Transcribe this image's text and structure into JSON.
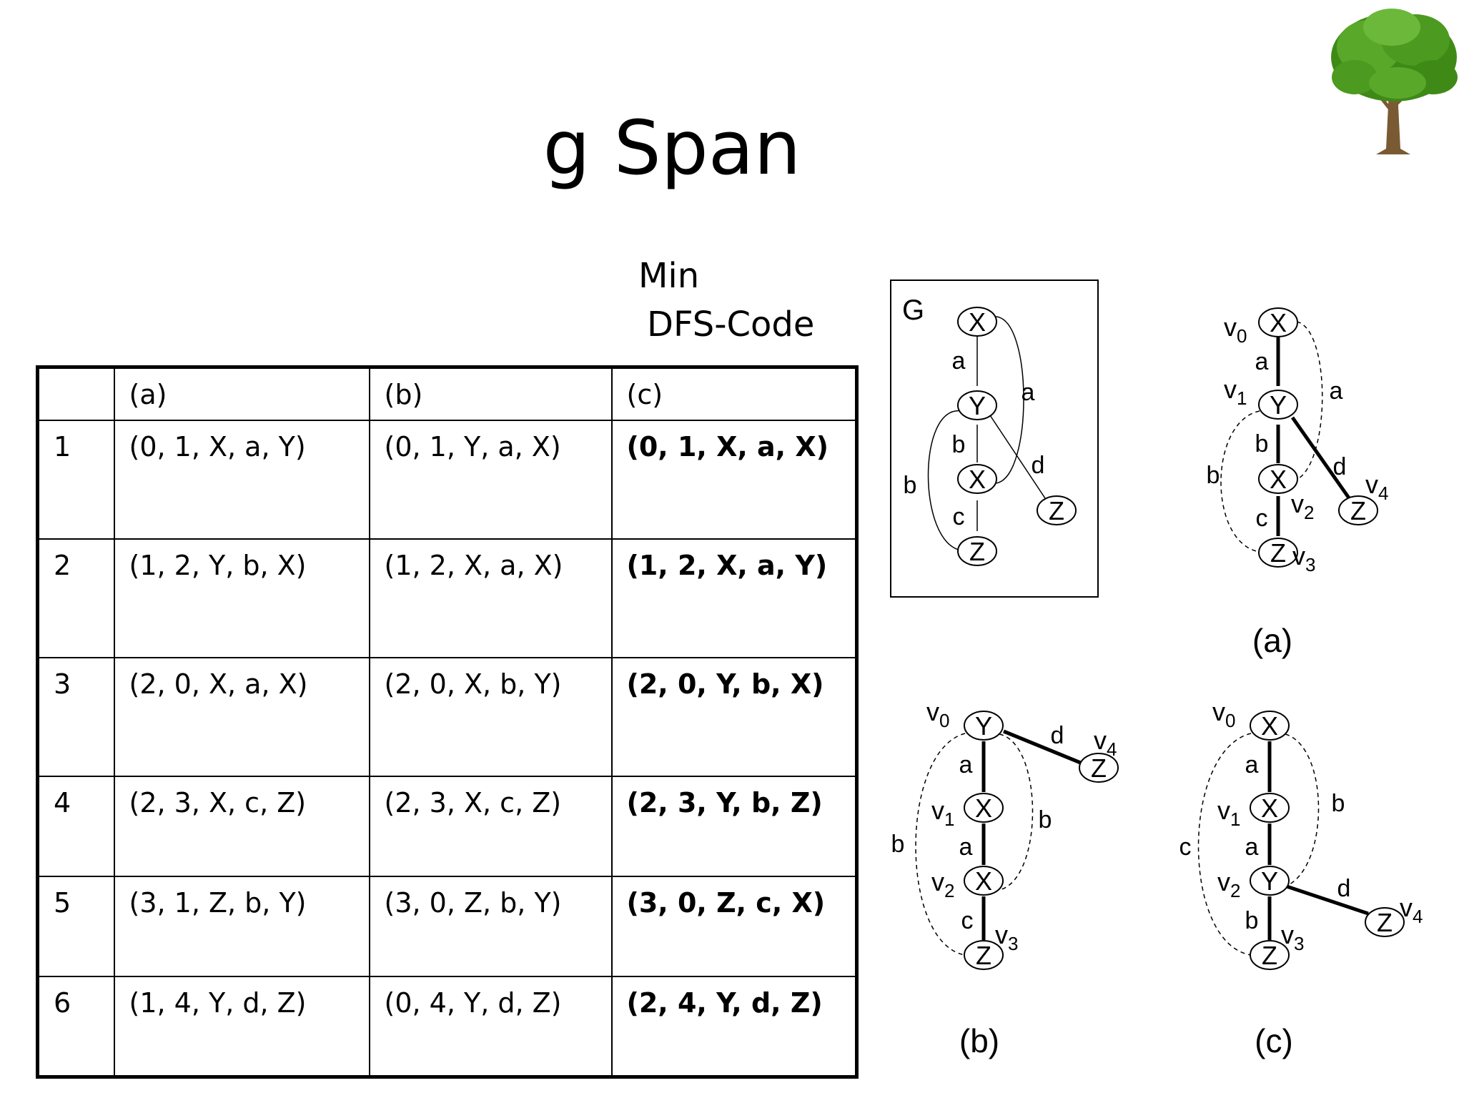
{
  "title": "g Span",
  "min_label": "Min",
  "dfs_label": "DFS-Code",
  "table": {
    "headers": [
      "",
      "(a)",
      "(b)",
      "(c)"
    ],
    "rows": [
      {
        "idx": "1",
        "a": "(0, 1, X, a, Y)",
        "b": "(0, 1, Y, a, X)",
        "c": "(0, 1, X, a, X)"
      },
      {
        "idx": "2",
        "a": "(1, 2, Y, b, X)",
        "b": "(1, 2, X, a, X)",
        "c": "(1, 2, X, a, Y)"
      },
      {
        "idx": "3",
        "a": "(2, 0, X, a, X)",
        "b": "(2, 0, X, b, Y)",
        "c": "(2, 0, Y, b, X)"
      },
      {
        "idx": "4",
        "a": "(2, 3, X, c, Z)",
        "b": "(2, 3, X, c, Z)",
        "c": "(2, 3, Y, b, Z)"
      },
      {
        "idx": "5",
        "a": "(3, 1, Z, b, Y)",
        "b": "(3, 0, Z, b, Y)",
        "c": "(3, 0, Z, c, X)"
      },
      {
        "idx": "6",
        "a": "(1, 4, Y, d, Z)",
        "b": "(0, 4, Y, d, Z)",
        "c": "(2, 4, Y, d, Z)"
      }
    ]
  },
  "graph_g": {
    "label": "G",
    "nodes": [
      "X",
      "Y",
      "X",
      "Z",
      "Z"
    ],
    "edge_labels": [
      "a",
      "a",
      "b",
      "d",
      "b",
      "c"
    ]
  },
  "graph_a": {
    "caption": "(a)",
    "nodes": [
      "X",
      "Y",
      "X",
      "Z",
      "Z"
    ],
    "vertex_labels": [
      "v0",
      "v1",
      "v2",
      "v3",
      "v4"
    ],
    "edge_labels": [
      "a",
      "a",
      "b",
      "d",
      "b",
      "c"
    ]
  },
  "graph_b": {
    "caption": "(b)",
    "nodes": [
      "Y",
      "X",
      "X",
      "Z",
      "Z"
    ],
    "vertex_labels": [
      "v0",
      "v1",
      "v2",
      "v3",
      "v4"
    ],
    "edge_labels": [
      "a",
      "d",
      "b",
      "a",
      "b",
      "c"
    ]
  },
  "graph_c": {
    "caption": "(c)",
    "nodes": [
      "X",
      "X",
      "Y",
      "Z",
      "Z"
    ],
    "vertex_labels": [
      "v0",
      "v1",
      "v2",
      "v3",
      "v4"
    ],
    "edge_labels": [
      "a",
      "b",
      "c",
      "a",
      "d",
      "b"
    ]
  },
  "colors": {
    "tree_foliage": "#4c9a1f",
    "tree_trunk": "#7a5a33"
  },
  "icons": {
    "tree": "tree-icon"
  }
}
